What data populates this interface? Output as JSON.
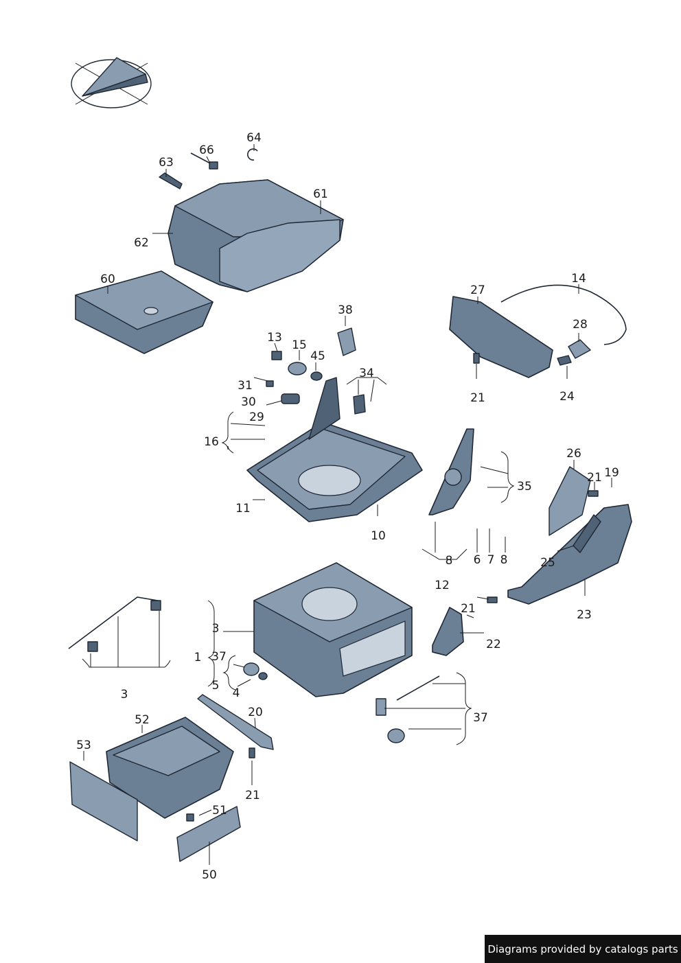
{
  "labels": {
    "l1": "1",
    "l3a": "3",
    "l3b": "3",
    "l4": "4",
    "l5": "5",
    "l6": "6",
    "l7": "7",
    "l8a": "8",
    "l8b": "8",
    "l10": "10",
    "l11": "11",
    "l12": "12",
    "l13": "13",
    "l14": "14",
    "l15": "15",
    "l16": "16",
    "l19": "19",
    "l20": "20",
    "l21a": "21",
    "l21b": "21",
    "l21c": "21",
    "l21d": "21",
    "l22": "22",
    "l23": "23",
    "l24": "24",
    "l25": "25",
    "l26": "26",
    "l27": "27",
    "l28": "28",
    "l29": "29",
    "l30": "30",
    "l31": "31",
    "l34": "34",
    "l35": "35",
    "l37a": "37",
    "l37b": "37",
    "l38": "38",
    "l45": "45",
    "l50": "50",
    "l51": "51",
    "l52": "52",
    "l53": "53",
    "l60": "60",
    "l61": "61",
    "l62": "62",
    "l63": "63",
    "l64": "64",
    "l66": "66"
  },
  "credit": "Diagrams provided by catalogs parts"
}
